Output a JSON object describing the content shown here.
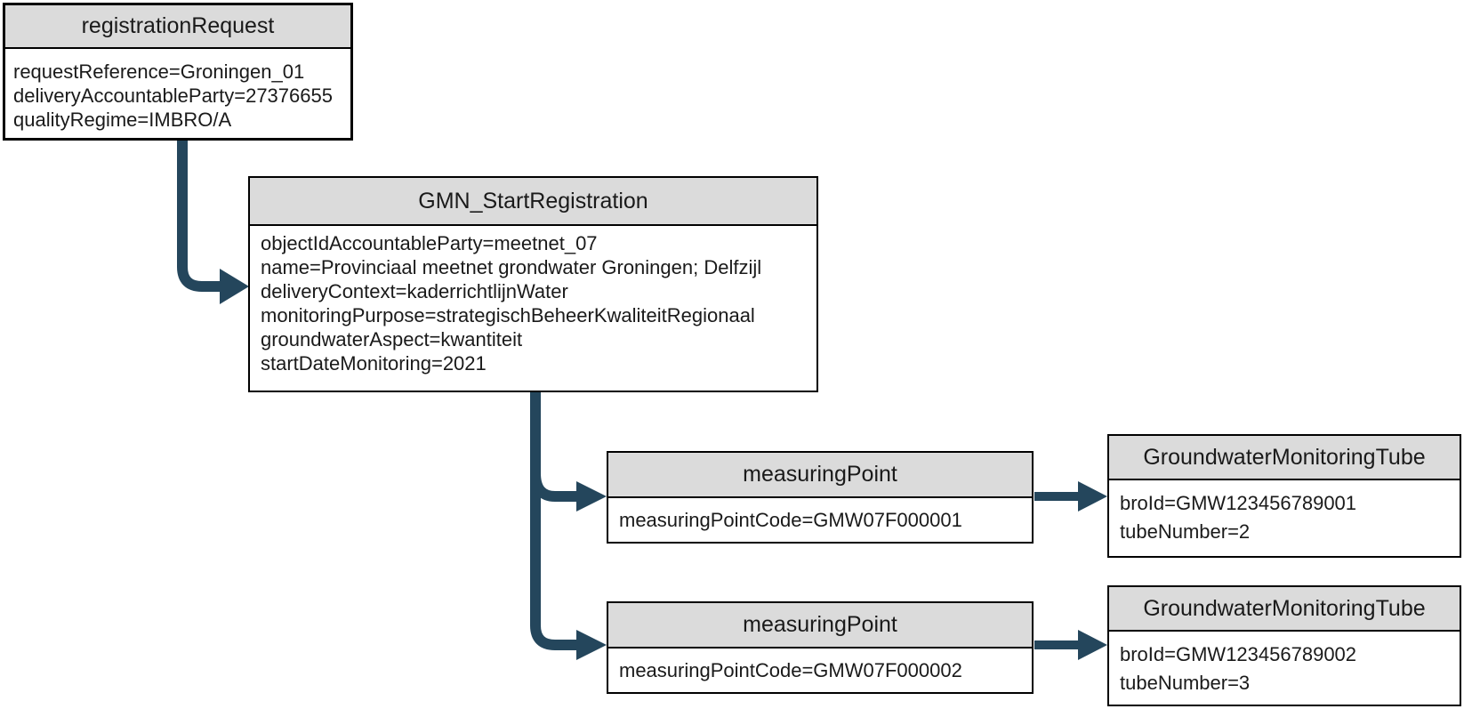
{
  "diagram": {
    "colors": {
      "arrow": "#24465C",
      "header_bg": "#DBDBDB",
      "border": "#000000",
      "text": "#1A1A1A"
    },
    "nodes": [
      {
        "title": "registrationRequest",
        "attributes": [
          "requestReference=Groningen_01",
          "deliveryAccountableParty=27376655",
          "qualityRegime=IMBRO/A"
        ]
      },
      {
        "title": "GMN_StartRegistration",
        "attributes": [
          "objectIdAccountableParty=meetnet_07",
          "name=Provinciaal meetnet grondwater Groningen; Delfzijl",
          "deliveryContext=kaderrichtlijnWater",
          "monitoringPurpose=strategischBeheerKwaliteitRegionaal",
          "groundwaterAspect=kwantiteit",
          "startDateMonitoring=2021"
        ]
      },
      {
        "title": "measuringPoint",
        "attributes": [
          "measuringPointCode=GMW07F000001"
        ]
      },
      {
        "title": "GroundwaterMonitoringTube",
        "attributes": [
          "broId=GMW123456789001",
          "tubeNumber=2"
        ]
      },
      {
        "title": "measuringPoint",
        "attributes": [
          "measuringPointCode=GMW07F000002"
        ]
      },
      {
        "title": "GroundwaterMonitoringTube",
        "attributes": [
          "broId=GMW123456789002",
          "tubeNumber=3"
        ]
      }
    ],
    "edges": [
      {
        "from": 0,
        "to": 1
      },
      {
        "from": 1,
        "to": 2
      },
      {
        "from": 1,
        "to": 4
      },
      {
        "from": 2,
        "to": 3
      },
      {
        "from": 4,
        "to": 5
      }
    ]
  }
}
